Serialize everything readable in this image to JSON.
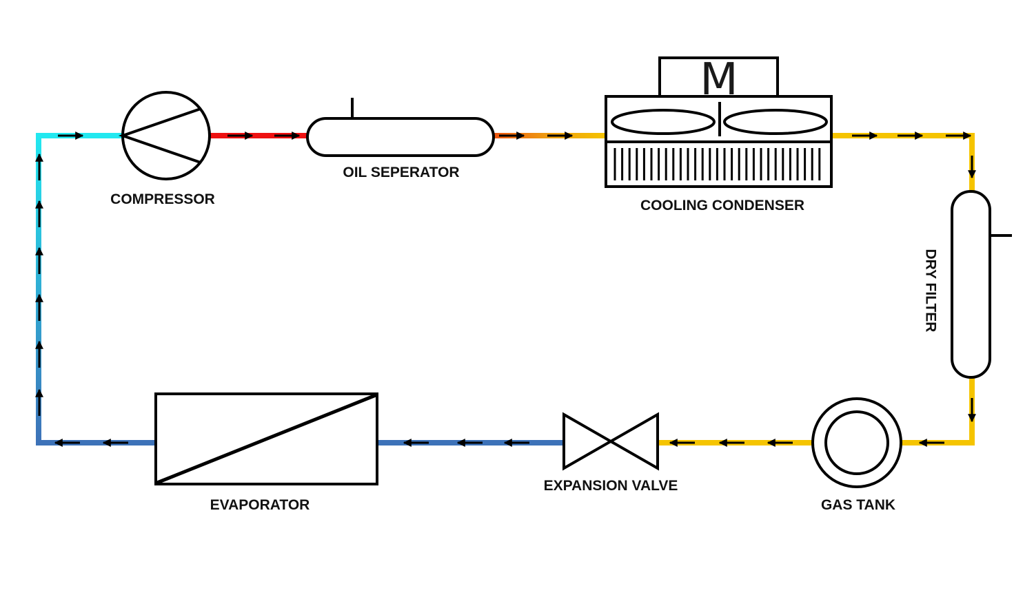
{
  "labels": {
    "compressor": "COMPRESSOR",
    "oil_separator": "OIL SEPERATOR",
    "condenser": "COOLING CONDENSER",
    "condenser_motor": "M",
    "dry_filter": "DRY FILTER",
    "gas_tank": "GAS TANK",
    "expansion_valve": "EXPANSION VALVE",
    "evaporator": "EVAPORATOR"
  },
  "colors": {
    "hot_discharge": "#ee1111",
    "warm_transition": "#ee7711",
    "liquid_line": "#f5c400",
    "suction_low": "#3d72b8",
    "suction_high": "#22e8f0",
    "arrow": "#000000",
    "outline": "#000000"
  },
  "flow": [
    "compressor",
    "oil_separator",
    "condenser",
    "dry_filter",
    "gas_tank",
    "expansion_valve",
    "evaporator",
    "compressor"
  ]
}
